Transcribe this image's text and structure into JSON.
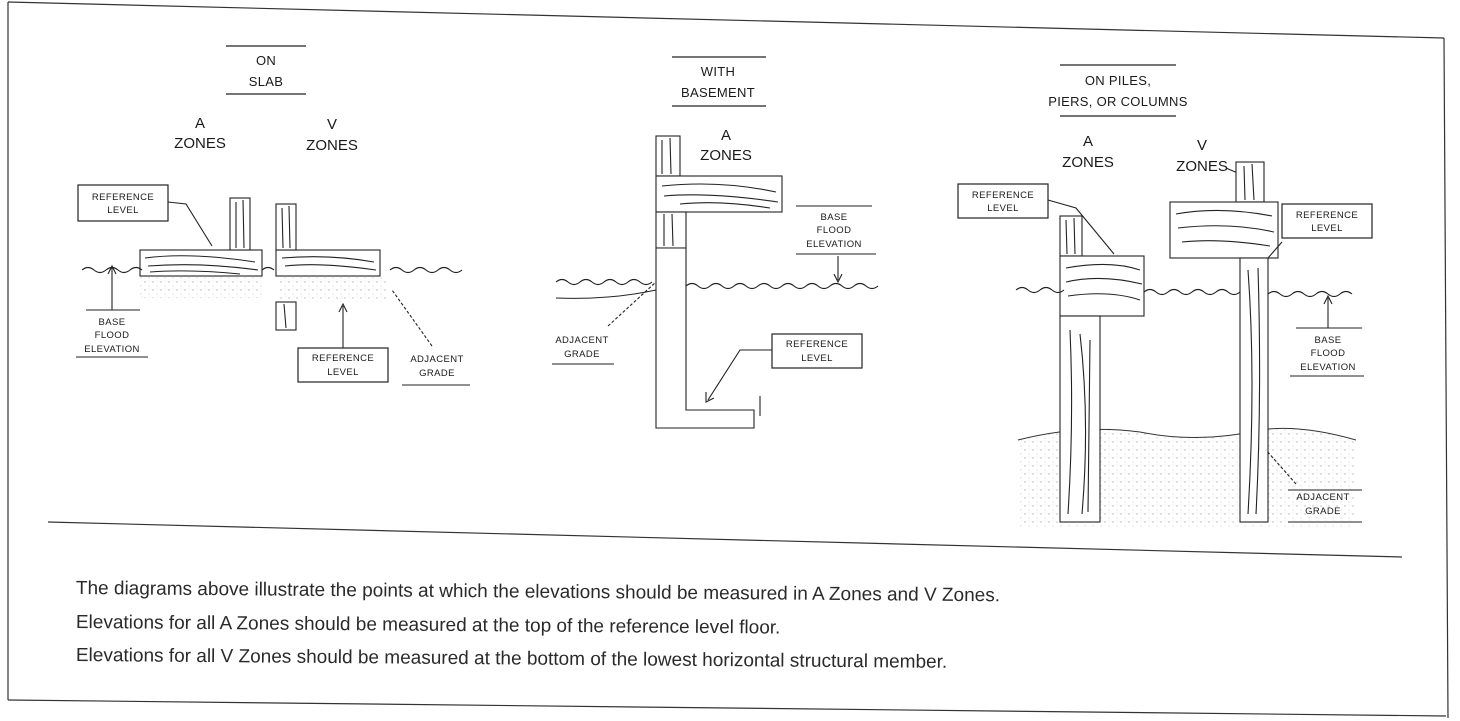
{
  "panels": {
    "slab": {
      "title_lines": [
        "ON",
        "SLAB"
      ],
      "zone_a": [
        "A",
        "ZONES"
      ],
      "zone_v": [
        "V",
        "ZONES"
      ],
      "reference_level_top": [
        "REFERENCE",
        "LEVEL"
      ],
      "reference_level_bottom": [
        "REFERENCE",
        "LEVEL"
      ],
      "base_flood_elevation": [
        "BASE",
        "FLOOD",
        "ELEVATION"
      ],
      "adjacent_grade": [
        "ADJACENT",
        "GRADE"
      ]
    },
    "basement": {
      "title_lines": [
        "WITH",
        "BASEMENT"
      ],
      "zone_a": [
        "A",
        "ZONES"
      ],
      "base_flood_elevation": [
        "BASE",
        "FLOOD",
        "ELEVATION"
      ],
      "adjacent_grade": [
        "ADJACENT",
        "GRADE"
      ],
      "reference_level": [
        "REFERENCE",
        "LEVEL"
      ]
    },
    "piles": {
      "title_lines": [
        "ON PILES,",
        "PIERS, OR COLUMNS"
      ],
      "zone_a": [
        "A",
        "ZONES"
      ],
      "zone_v": [
        "V",
        "ZONES"
      ],
      "reference_level_left": [
        "REFERENCE",
        "LEVEL"
      ],
      "reference_level_right": [
        "REFERENCE",
        "LEVEL"
      ],
      "base_flood_elevation": [
        "BASE",
        "FLOOD",
        "ELEVATION"
      ],
      "adjacent_grade": [
        "ADJACENT",
        "GRADE"
      ]
    }
  },
  "notes": [
    "The diagrams above illustrate the points at which the elevations should be measured in A Zones and V Zones.",
    "Elevations for all A Zones should be measured at the top of the reference level floor.",
    "Elevations for all V Zones should be measured at the bottom of the lowest horizontal structural member."
  ]
}
